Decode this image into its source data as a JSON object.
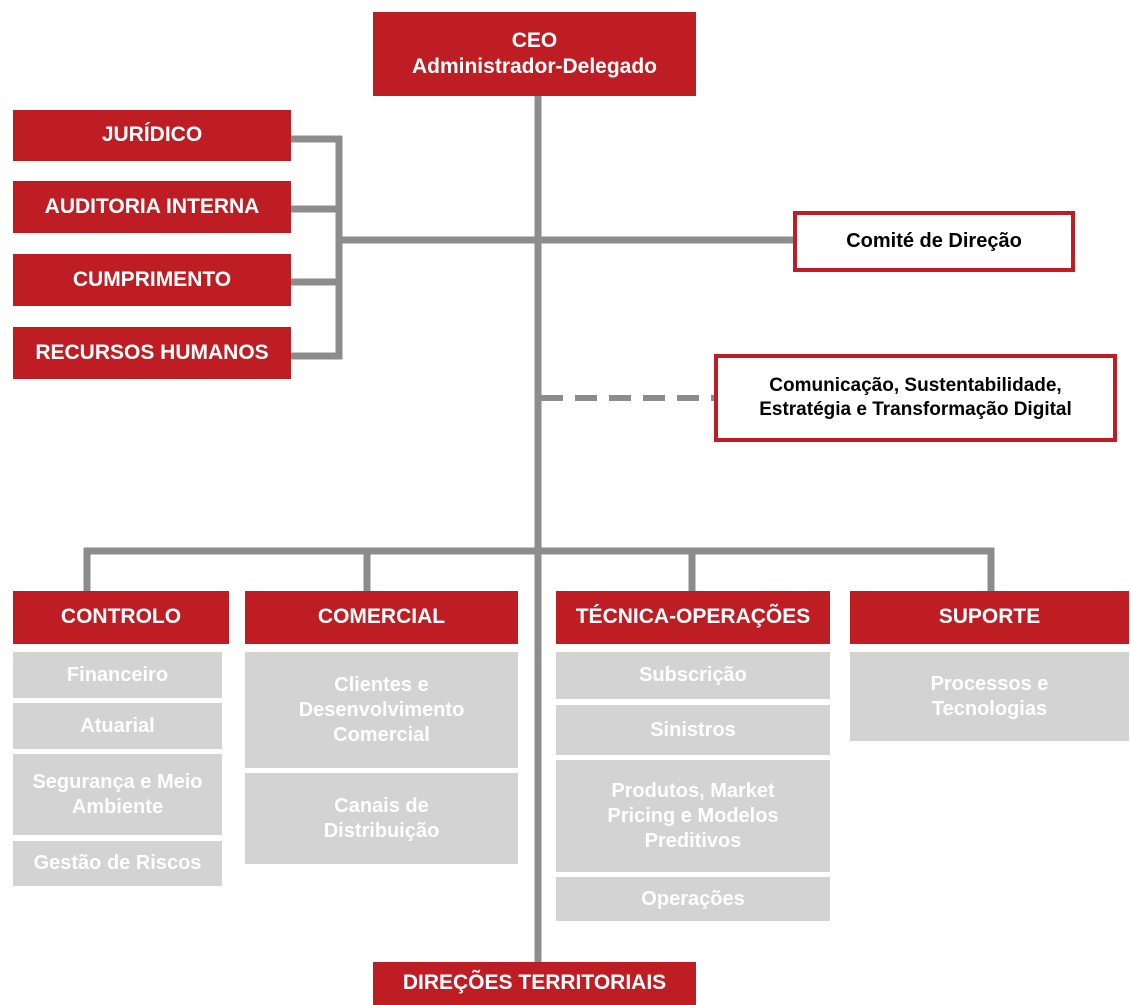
{
  "colors": {
    "accent": "#be1e23",
    "line": "#8c8c8c",
    "sub_unit": "#d3d3d3"
  },
  "ceo": {
    "line1": "CEO",
    "line2": "Administrador-Delegado"
  },
  "staff_units": [
    "JURÍDICO",
    "AUDITORIA INTERNA",
    "CUMPRIMENTO",
    "RECURSOS HUMANOS"
  ],
  "comite": "Comité de Direção",
  "comunicacao": {
    "line1": "Comunicação, Sustentabilidade,",
    "line2": "Estratégia e Transformação Digital"
  },
  "divisions": [
    {
      "name": "CONTROLO",
      "units": [
        "Financeiro",
        "Atuarial",
        "Segurança e Meio Ambiente",
        "Gestão de Riscos"
      ]
    },
    {
      "name": "COMERCIAL",
      "units": [
        "Clientes e Desenvolvimento Comercial",
        "Canais de Distribuição"
      ]
    },
    {
      "name": "TÉCNICA-OPERAÇÕES",
      "units": [
        "Subscrição",
        "Sinistros",
        "Produtos, Market Pricing e Modelos Preditivos",
        "Operações"
      ]
    },
    {
      "name": "SUPORTE",
      "units": [
        "Processos e Tecnologias"
      ]
    }
  ],
  "territorial": "DIREÇÕES TERRITORIAIS"
}
